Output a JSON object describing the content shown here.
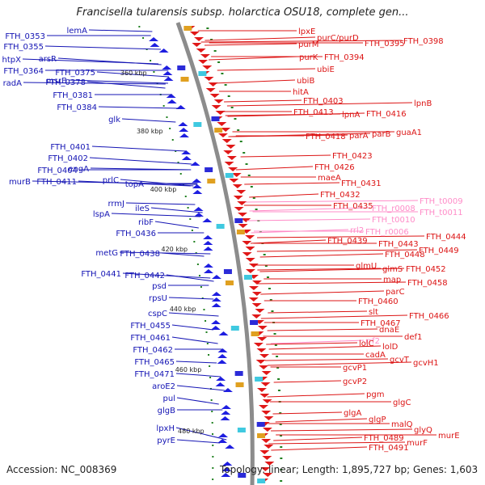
{
  "title": "Francisella tularensis subsp. holarctica OSU18, complete gen...",
  "accession": "Accession: NC_008369",
  "topology": "Topology: linear; Length: 1,895,727 bp; Genes: 1,603",
  "colors": {
    "left_labels": "#1414b4",
    "right_labels": "#dc1414",
    "rna_labels": "#ff8cc8",
    "backbone": "#8c8c8c"
  },
  "kbp_marks": [
    "360 kbp",
    "380 kbp",
    "400 kbp",
    "420 kbp",
    "440 kbp",
    "460 kbp",
    "480 kbp"
  ],
  "left_genes": [
    "FTH_0353",
    "lemA",
    "FTH_0355",
    "htpX",
    "arsR",
    "FTH_0364",
    "radA",
    "msrB",
    "FTH_0375",
    "FTH_0378",
    "FTH_0381",
    "FTH_0384",
    "glk",
    "FTH_0401",
    "FTH_0402",
    "FTH_0404",
    "engA",
    "murB",
    "FTH_0411",
    "prlC",
    "topA",
    "rrmJ",
    "lspA",
    "ileS",
    "ribF",
    "FTH_0436",
    "metG",
    "FTH_0438",
    "FTH_0441",
    "FTH_0442",
    "psd",
    "rpsU",
    "cspC",
    "FTH_0455",
    "FTH_0461",
    "FTH_0462",
    "FTH_0465",
    "FTH_0471",
    "aroE2",
    "pul",
    "glgB",
    "lpxH",
    "pyrE"
  ],
  "right_genes": [
    "lpxE",
    "purM",
    "purC/purD",
    "FTH_0395",
    "FTH_0398",
    "purK",
    "FTH_0394",
    "ubiE",
    "ubiB",
    "hitA",
    "FTH_0403",
    "lpnB",
    "FTH_0413",
    "lpnA",
    "FTH_0416",
    "FTH_0418",
    "parA",
    "parB",
    "guaA1",
    "FTH_0423",
    "FTH_0426",
    "maeA",
    "FTH_0431",
    "FTH_0432",
    "FTH_0435",
    "FTH_t0009",
    "FTH_r0008",
    "FTH_t0011",
    "FTH_t0010",
    "rrl2",
    "FTH_r0006",
    "FTH_0444",
    "FTH_0439",
    "FTH_0443",
    "FTH_0449",
    "FTH_0448",
    "glmU",
    "glmS",
    "FTH_0452",
    "map",
    "FTH_0458",
    "parC",
    "FTH_0460",
    "slt",
    "FTH_0466",
    "FTH_0467",
    "dnaE",
    "rrf2",
    "def1",
    "lolC",
    "lolD",
    "cadA",
    "gcvT",
    "gcvH1",
    "gcvP1",
    "gcvP2",
    "pgm",
    "glgC",
    "glgA",
    "glgP",
    "malQ",
    "glyQ",
    "FTH_0489",
    "murE",
    "murF",
    "FTH_0491"
  ]
}
